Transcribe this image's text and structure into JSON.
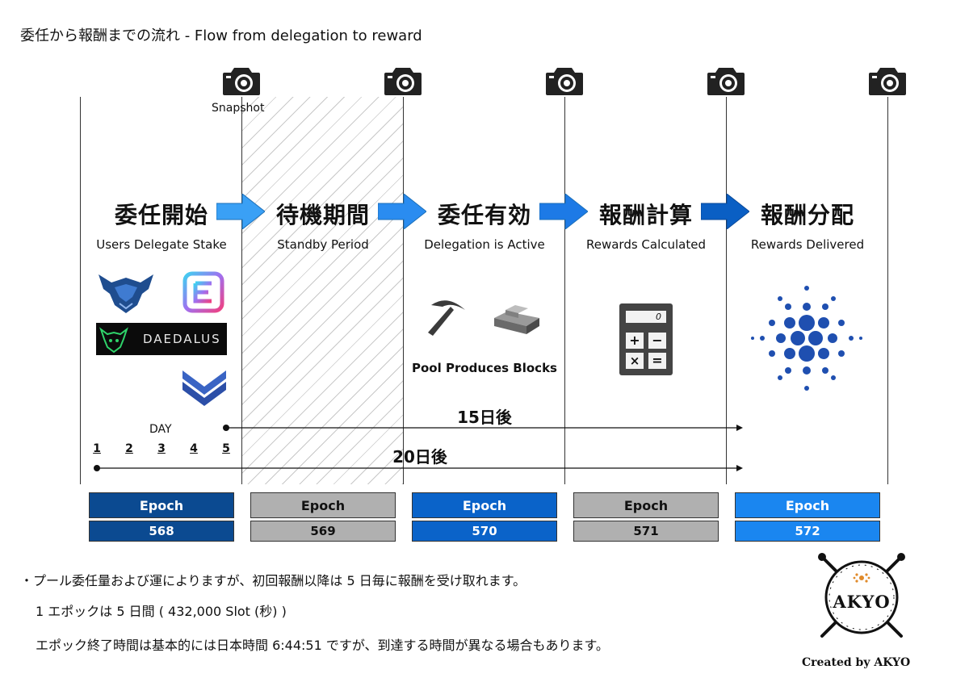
{
  "title": "委任から報酬までの流れ - Flow from delegation to reward",
  "snapshot_label": "Snapshot",
  "phases": [
    {
      "jp": "委任開始",
      "en": "Users Delegate Stake"
    },
    {
      "jp": "待機期間",
      "en": "Standby Period"
    },
    {
      "jp": "委任有効",
      "en": "Delegation is Active"
    },
    {
      "jp": "報酬計算",
      "en": "Rewards Calculated"
    },
    {
      "jp": "報酬分配",
      "en": "Rewards Delivered"
    }
  ],
  "wallets": {
    "daedalus": "DAEDALUS"
  },
  "pool_label": "Pool Produces Blocks",
  "calculator_display": "0",
  "day_label": "DAY",
  "days": [
    "1",
    "2",
    "3",
    "4",
    "5"
  ],
  "span_15": "15日後",
  "span_20": "20日後",
  "epochs": [
    {
      "label": "Epoch",
      "number": "568",
      "color": "#0b4a91",
      "text_color": "#ffffff"
    },
    {
      "label": "Epoch",
      "number": "569",
      "color": "#b0b0b0",
      "text_color": "#111111"
    },
    {
      "label": "Epoch",
      "number": "570",
      "color": "#0a63c9",
      "text_color": "#ffffff"
    },
    {
      "label": "Epoch",
      "number": "571",
      "color": "#b0b0b0",
      "text_color": "#111111"
    },
    {
      "label": "Epoch",
      "number": "572",
      "color": "#1a86f0",
      "text_color": "#ffffff"
    }
  ],
  "notes": [
    "・プール委任量および運によりますが、初回報酬以降は 5 日毎に報酬を受け取れます。",
    "1 エポックは 5 日間 ( 432,000 Slot (秒) )",
    "エポック終了時間は基本的には日本時間 6:44:51 ですが、到達する時間が異なる場合もあります。"
  ],
  "logo_text": "AKYO",
  "credit": "Created by AKYO",
  "icons": [
    "camera-icon",
    "arrow-right-icon",
    "pickaxe-icon",
    "blocks-icon",
    "calculator-icon",
    "cardano-icon",
    "wallet-icon"
  ],
  "colors": {
    "arrow_light": "#3aa0f5",
    "arrow_dark": "#0a5fc4"
  }
}
